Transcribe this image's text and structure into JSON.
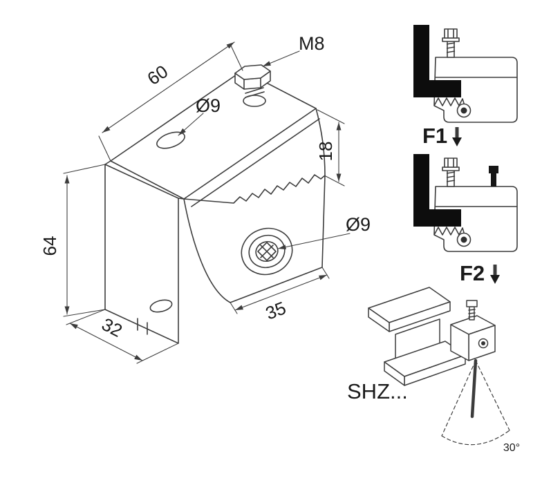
{
  "drawing": {
    "dims": {
      "width_top": "60",
      "height": "64",
      "depth": "32",
      "plate_width": "35",
      "throat": "18"
    },
    "labels": {
      "bolt": "M8",
      "top_hole": "Ø9",
      "front_hole": "Ø9"
    }
  },
  "load_cases": {
    "f1": "F1",
    "f2": "F2"
  },
  "application": {
    "product": "SHZ...",
    "angle": "30°"
  },
  "colors": {
    "line": "#3c3c3c",
    "solid_black": "#0d0d0d",
    "text": "#1a1a1a",
    "background": "#ffffff"
  }
}
